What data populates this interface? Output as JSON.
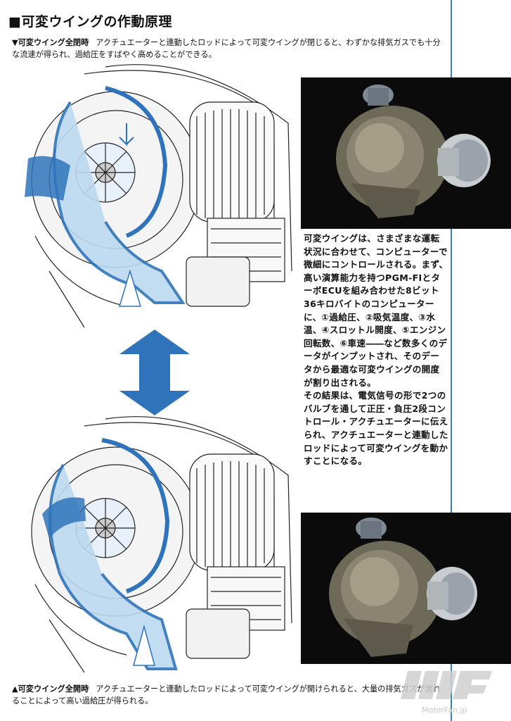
{
  "title": "■可変ウイングの作動原理",
  "caption_top": {
    "lead": "▼可変ウイング全閉時",
    "text": "アクチュエーターと連動したロッドによって可変ウイングが閉じると、わずかな排気ガスでも十分な流速が得られ、過給圧をすばやく高めることができる。"
  },
  "caption_bottom": {
    "lead": "▲可変ウイング全開時",
    "text": "アクチュエーターと連動したロッドによって可変ウイングが開けられると、大量の排気ガスが流れることによって高い過給圧が得られる。"
  },
  "body_paragraph_1": "可変ウイングは、さまざまな運転状況に合わせて、コンピューターで微細にコントロールされる。まず、高い演算能力を持つPGM-FIとターボECUを組み合わせた8ビット36キロバイトのコンピューターに、①過給圧、②吸気温度、③水温、④スロットル開度、⑤エンジン回転数、⑥車速――など数多くのデータがインプットされ、そのデータから最適な可変ウイングの開度が割り出される。",
  "body_paragraph_2": "その結果は、電気信号の形で2つのバルブを通して正圧・負圧2段コントロール・アクチュエーターに伝えられ、アクチュエーターと連動したロッドによって可変ウイングを動かすことになる。",
  "watermark": {
    "text": "MotorFan.jp"
  },
  "colors": {
    "accent_blue": "#2f74bb",
    "flow_light": "#bcd9f0",
    "frame_line": "#3a7fc0"
  }
}
